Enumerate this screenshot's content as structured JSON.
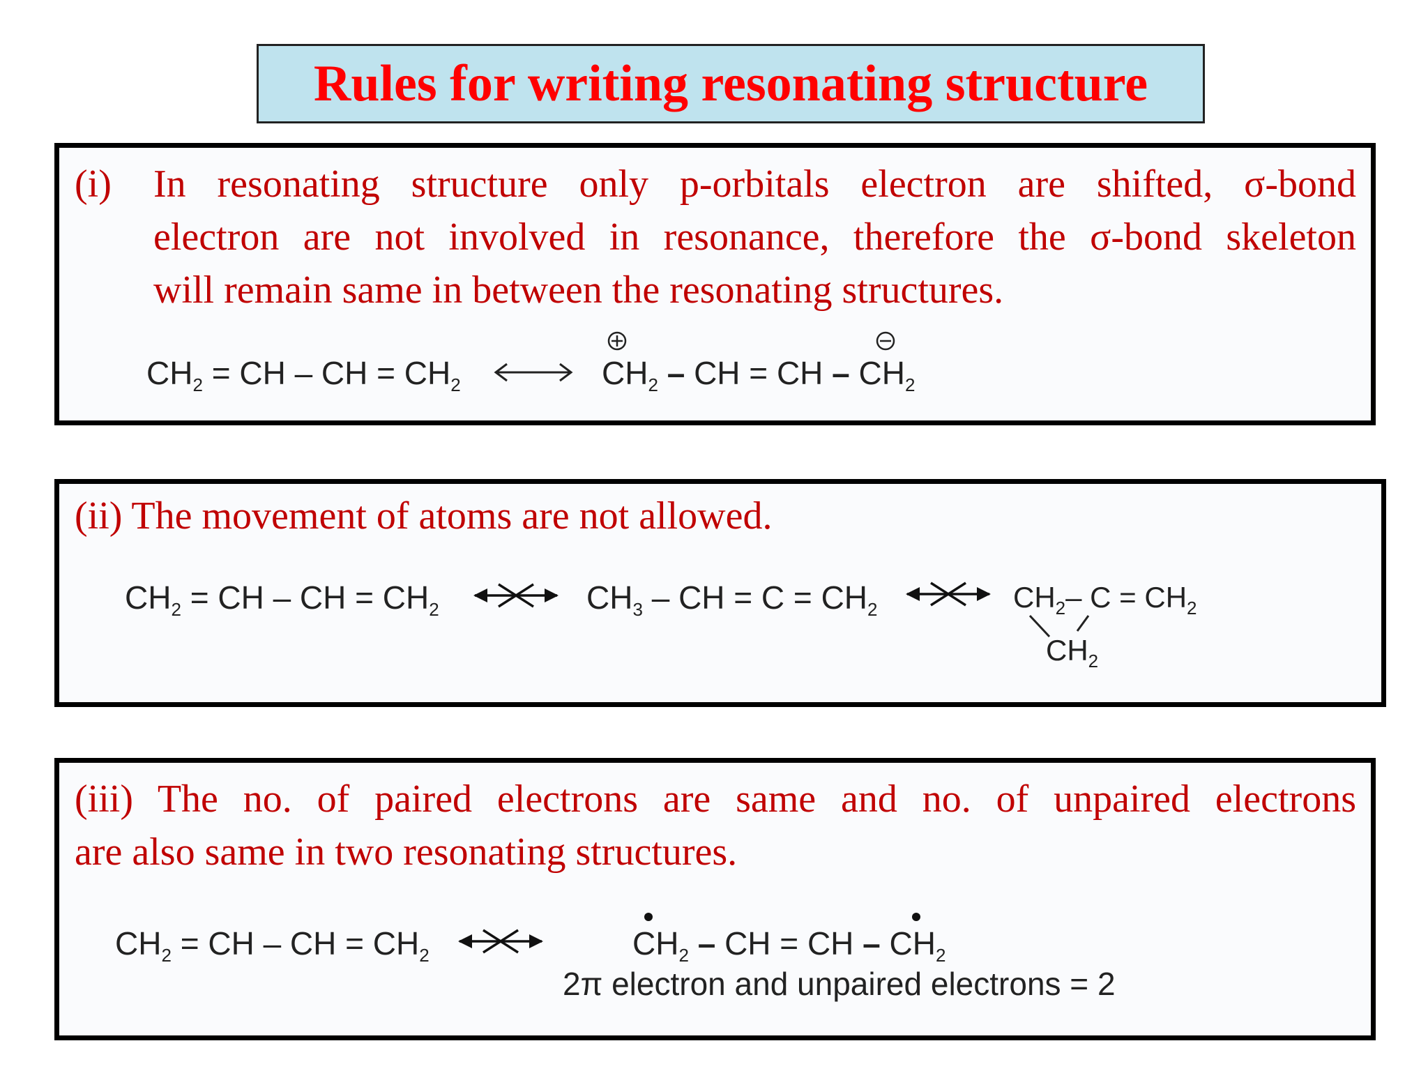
{
  "title": "Rules for writing resonating structure",
  "rules": [
    {
      "number": "(i)",
      "lines": [
        "In resonating structure only p-orbitals electron are shifted, σ-bond",
        "electron are not involved in resonance, therefore the σ-bond skeleton",
        "will remain same in between the resonating structures."
      ],
      "equation": {
        "left": "CH₂ = CH – CH = CH₂",
        "arrow": "resonance-double-arrow",
        "right": "CH₂ – CH = CH – CH₂",
        "right_charges": [
          "⊕",
          "⊖"
        ]
      }
    },
    {
      "number": "(ii)",
      "text": "The movement of atoms are not allowed.",
      "equation": {
        "structures": [
          "CH₂ = CH – CH = CH₂",
          "CH₃ – CH = C = CH₂",
          "CH₂– C = CH₂ / CH₂ (ring)"
        ],
        "arrow": "crossed-resonance-arrow"
      }
    },
    {
      "number": "(iii)",
      "lines": [
        "The no. of paired electrons are same and no. of unpaired electrons",
        "are also same in two resonating structures."
      ],
      "equation": {
        "left": "CH₂ = CH – CH = CH₂",
        "arrow": "crossed-resonance-arrow",
        "right": "CH₂ – CH = CH – CH₂",
        "right_radicals": [
          "•",
          "•"
        ],
        "note": "2π electron and unpaired electrons = 2"
      }
    }
  ]
}
